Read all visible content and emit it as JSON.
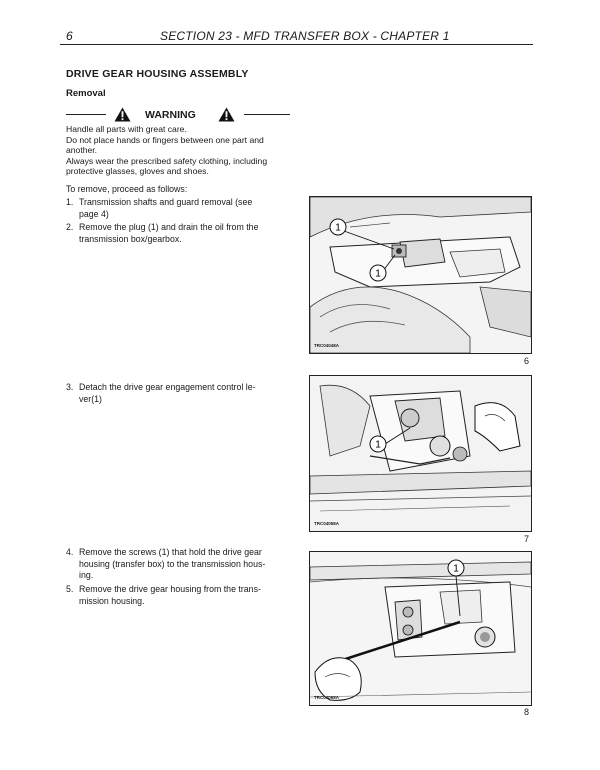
{
  "header": {
    "page_number": "6",
    "section_title": "SECTION 23 - MFD TRANSFER BOX - CHAPTER 1"
  },
  "heading": "DRIVE GEAR HOUSING ASSEMBLY",
  "subheading": "Removal",
  "warning": {
    "label": "WARNING",
    "lines": [
      "Handle all parts with great care.",
      "Do not place hands or fingers between one part and",
      "another.",
      "Always wear the prescribed safety clothing, including",
      "protective glasses, gloves and shoes."
    ]
  },
  "intro": "To remove, proceed as follows:",
  "steps": [
    {
      "num": "1.",
      "lines": [
        "Transmission  shafts  and  guard  removal  (see",
        "page 4)"
      ]
    },
    {
      "num": "2.",
      "lines": [
        "Remove the plug (1) and drain the oil from the",
        "transmission box/gearbox."
      ]
    },
    {
      "num": "3.",
      "lines": [
        "Detach the drive gear engagement control le-",
        "ver(1)"
      ]
    },
    {
      "num": "4.",
      "lines": [
        "Remove the screws (1) that hold the drive gear",
        "housing (transfer box) to the transmission hous-",
        "ing."
      ]
    },
    {
      "num": "5.",
      "lines": [
        "Remove the drive gear housing from the trans-",
        "mission housing."
      ]
    }
  ],
  "figures": [
    {
      "code": "TRC04048A",
      "number": "6",
      "callouts": [
        "1",
        "1"
      ]
    },
    {
      "code": "TRC04058A",
      "number": "7",
      "callouts": [
        "1"
      ]
    },
    {
      "code": "TRC04068A",
      "number": "8",
      "callouts": [
        "1"
      ]
    }
  ]
}
